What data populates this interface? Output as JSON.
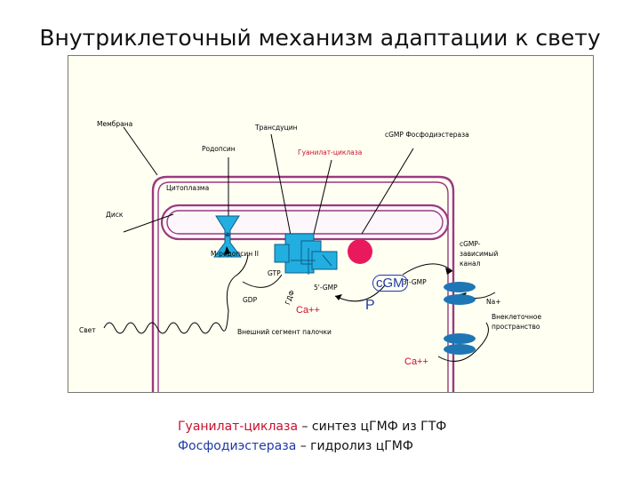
{
  "title": "Внутриклеточный механизм адаптации к свету",
  "labels": {
    "membrane": "Мембрана",
    "transducin": "Трансдуцин",
    "pde": "cGMP Фосфодиэстераза",
    "rhodopsin": "Родопсин",
    "guanylate_cyclase": "Гуанилат-циклаза",
    "cytoplasm": "Цитоплазма",
    "disk": "Диск",
    "cgmp_channel": "cGMP-зависимый канал",
    "m_rhodopsin": "M-родопсин II",
    "gtp": "GTP",
    "gdp": "GDP",
    "fiveprime_gmp": "5'-GMP",
    "cgmp": "cGM",
    "threeprime_gmp": "3'-GMP",
    "na": "Na+",
    "extracellular": "Внеклеточное пространство",
    "light": "Свет",
    "outer_segment": "Внешний сегмент палочки",
    "ca_inner": "Ca++",
    "ca_outer": "Ca++",
    "phosphate": "P",
    "rotated_label": "ГДФ"
  },
  "captions": {
    "line1_term": "Гуанилат-циклаза",
    "line1_rest": " – синтез цГМФ из ГТФ",
    "line2_term": "Фосфодиэстераза",
    "line2_rest": "  – гидролиз  цГМФ"
  },
  "colors": {
    "membrane": "#9a3a80",
    "panel": "#fffff2",
    "protein": "#22aee0",
    "pde_ball": "#e8195c",
    "channel": "#1f76b4",
    "red_text": "#c8102e",
    "blue_text": "#1f3aa8"
  }
}
